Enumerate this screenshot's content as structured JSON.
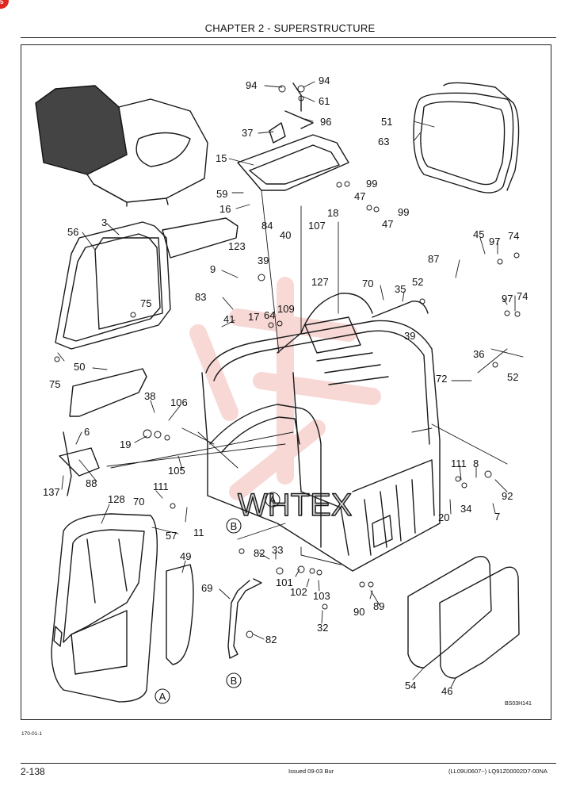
{
  "header": {
    "title": "CHAPTER 2 - SUPERSTRUCTURE"
  },
  "footer": {
    "page_number": "2-138",
    "issued": "Issued 09-03    Bur",
    "doc_ref": "(LL09U0607~)   LQ91Z00002D7-00NA",
    "small_ref": "170-01-1"
  },
  "corner_badge": "5",
  "diagram": {
    "code": "BS03H141",
    "watermark": "WHTEX",
    "part_numbers": [
      "94",
      "94",
      "61",
      "96",
      "37",
      "15",
      "59",
      "16",
      "123",
      "84",
      "40",
      "107",
      "18",
      "99",
      "47",
      "99",
      "47",
      "51",
      "63",
      "56",
      "3",
      "75",
      "75",
      "50",
      "9",
      "39",
      "83",
      "41",
      "17",
      "64",
      "109",
      "127",
      "70",
      "35",
      "52",
      "39",
      "87",
      "45",
      "97",
      "74",
      "97",
      "74",
      "36",
      "52",
      "72",
      "38",
      "106",
      "19",
      "6",
      "137",
      "88",
      "105",
      "111",
      "70",
      "11",
      "111",
      "8",
      "34",
      "92",
      "20",
      "7",
      "128",
      "57",
      "49",
      "82",
      "33",
      "101",
      "102",
      "103",
      "90",
      "89",
      "32",
      "69",
      "82",
      "54",
      "46"
    ],
    "callouts": [
      "A",
      "B",
      "B",
      "A"
    ]
  }
}
